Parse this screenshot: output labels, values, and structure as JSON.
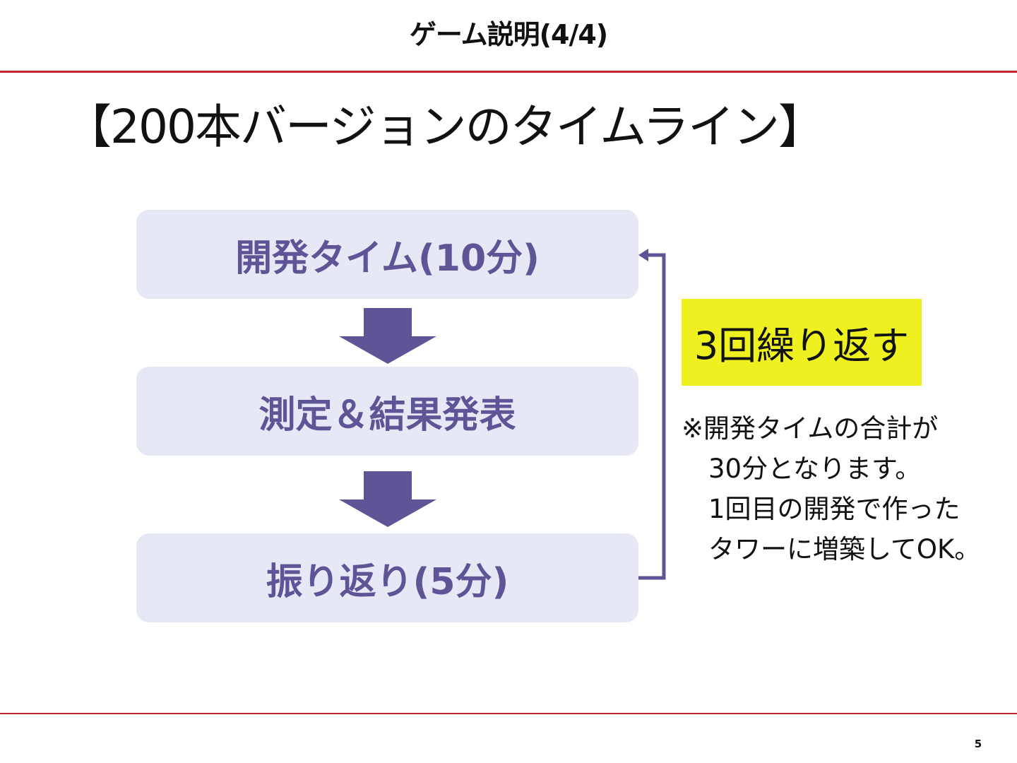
{
  "header": {
    "title": "ゲーム説明(4/4)"
  },
  "heading": "【200本バージョンのタイムライン】",
  "steps": [
    {
      "label": "開発タイム(10分)"
    },
    {
      "label": "測定＆結果発表"
    },
    {
      "label": "振り返り(5分)"
    }
  ],
  "repeat_label": "3回繰り返す",
  "note": {
    "lines": [
      "※開発タイムの合計が",
      "30分となります。",
      "1回目の開発で作った",
      "タワーに増築してOK。"
    ]
  },
  "page_number": "5",
  "colors": {
    "accent_rule": "#c0282c",
    "step_fill": "#e6e9f5",
    "step_text": "#5f5596",
    "arrow": "#5f5596",
    "highlight": "#eef01f"
  }
}
